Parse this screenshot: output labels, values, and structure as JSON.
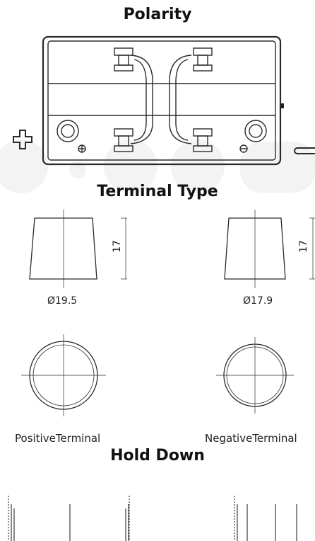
{
  "sections": {
    "polarity_title": "Polarity",
    "terminal_title": "Terminal Type",
    "holddown_title": "Hold Down"
  },
  "polarity": {
    "positive_symbol": "plus-symbol",
    "negative_symbol": "minus-symbol"
  },
  "terminals": {
    "positive": {
      "diameter_label": "Ø19.5",
      "height_label": "17",
      "name": "PositiveTerminal"
    },
    "negative": {
      "diameter_label": "Ø17.9",
      "height_label": "17",
      "name": "NegativeTerminal"
    }
  },
  "colors": {
    "line": "#2a2a2a",
    "watermark": "#f2f2f2"
  }
}
